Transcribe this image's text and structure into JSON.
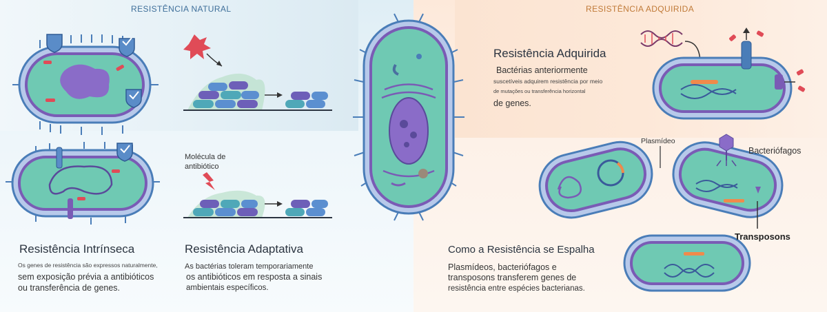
{
  "headings": {
    "natural": "RESISTÊNCIA NATURAL",
    "acquired": "RESISTÊNCIA ADQUIRIDA"
  },
  "intrinsic": {
    "title": "Resistência Intrínseca",
    "line1": "Os genes de resistência são expressos naturalmente,",
    "line2": "sem exposição prévia a antibióticos",
    "line3": "ou transferência de genes."
  },
  "adaptive": {
    "title": "Resistência Adaptativa",
    "line1": "As bactérias toleram temporariamente",
    "line2": "os antibióticos em resposta a sinais",
    "line3": "ambientais específicos.",
    "molecule_label_1": "Molécula de",
    "molecule_label_2": "antibiótico"
  },
  "acquired": {
    "title": "Resistência Adquirida",
    "line1": "Bactérias anteriormente",
    "line2": "suscetíveis adquirem resistência por meio",
    "line3": "de mutações ou transferência horizontal",
    "line4": "de genes."
  },
  "spread": {
    "title": "Como a Resistência se Espalha",
    "line1": "Plasmídeos, bacteriófagos e",
    "line2": "transposons transferem genes de",
    "line3": "resistência entre espécies bacterianas.",
    "label_plasmid": "Plasmídeo",
    "label_phage": "Bacteriófagos",
    "label_transposons": "Transposons"
  },
  "colors": {
    "membrane_outer": "#4a7db8",
    "membrane_purple": "#7a5bb5",
    "cytoplasm": "#6fc9b3",
    "nucleoid": "#8a6cc8",
    "antibiotic_red": "#e04b57",
    "natural_heading": "#3f6f9a",
    "acquired_heading": "#c07a38"
  }
}
